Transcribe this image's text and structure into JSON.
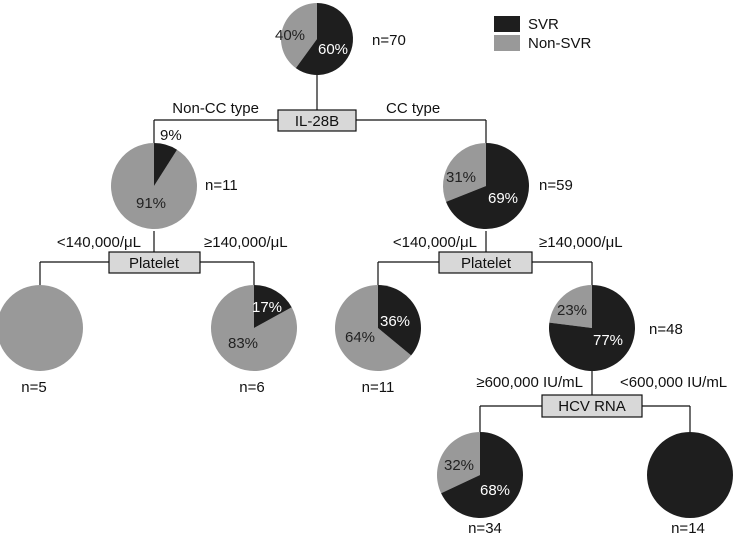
{
  "colors": {
    "svr": "#1e1e1e",
    "non_svr": "#999999"
  },
  "legend": [
    {
      "key": "svr",
      "label": "SVR"
    },
    {
      "key": "non_svr",
      "label": "Non-SVR"
    }
  ],
  "nodes": {
    "root": {
      "n": "n=70",
      "svr": 60,
      "svr_label": "60%",
      "non_label": "40%"
    },
    "non_cc": {
      "n": "n=11",
      "svr": 9,
      "svr_label": "9%",
      "non_label": "91%"
    },
    "cc": {
      "n": "n=59",
      "svr": 69,
      "svr_label": "69%",
      "non_label": "31%"
    },
    "non_cc_low": {
      "n": "n=5",
      "svr": 0
    },
    "non_cc_high": {
      "n": "n=6",
      "svr": 17,
      "svr_label": "17%",
      "non_label": "83%"
    },
    "cc_low": {
      "n": "n=11",
      "svr": 36,
      "svr_label": "36%",
      "non_label": "64%"
    },
    "cc_high": {
      "n": "n=48",
      "svr": 77,
      "svr_label": "77%",
      "non_label": "23%"
    },
    "rna_high": {
      "n": "n=34",
      "svr": 68,
      "svr_label": "68%",
      "non_label": "32%"
    },
    "rna_low": {
      "n": "n=14",
      "svr": 100
    }
  },
  "splits": {
    "il28b": {
      "box": "IL-28B",
      "left": "Non-CC type",
      "right": "CC type"
    },
    "platelet_noncc": {
      "box": "Platelet",
      "left": "<140,000/μL",
      "right": "≥140,000/μL"
    },
    "platelet_cc": {
      "box": "Platelet",
      "left": "<140,000/μL",
      "right": "≥140,000/μL"
    },
    "hcv_rna": {
      "box": "HCV RNA",
      "left": "≥600,000 IU/mL",
      "right": "<600,000 IU/mL"
    }
  }
}
